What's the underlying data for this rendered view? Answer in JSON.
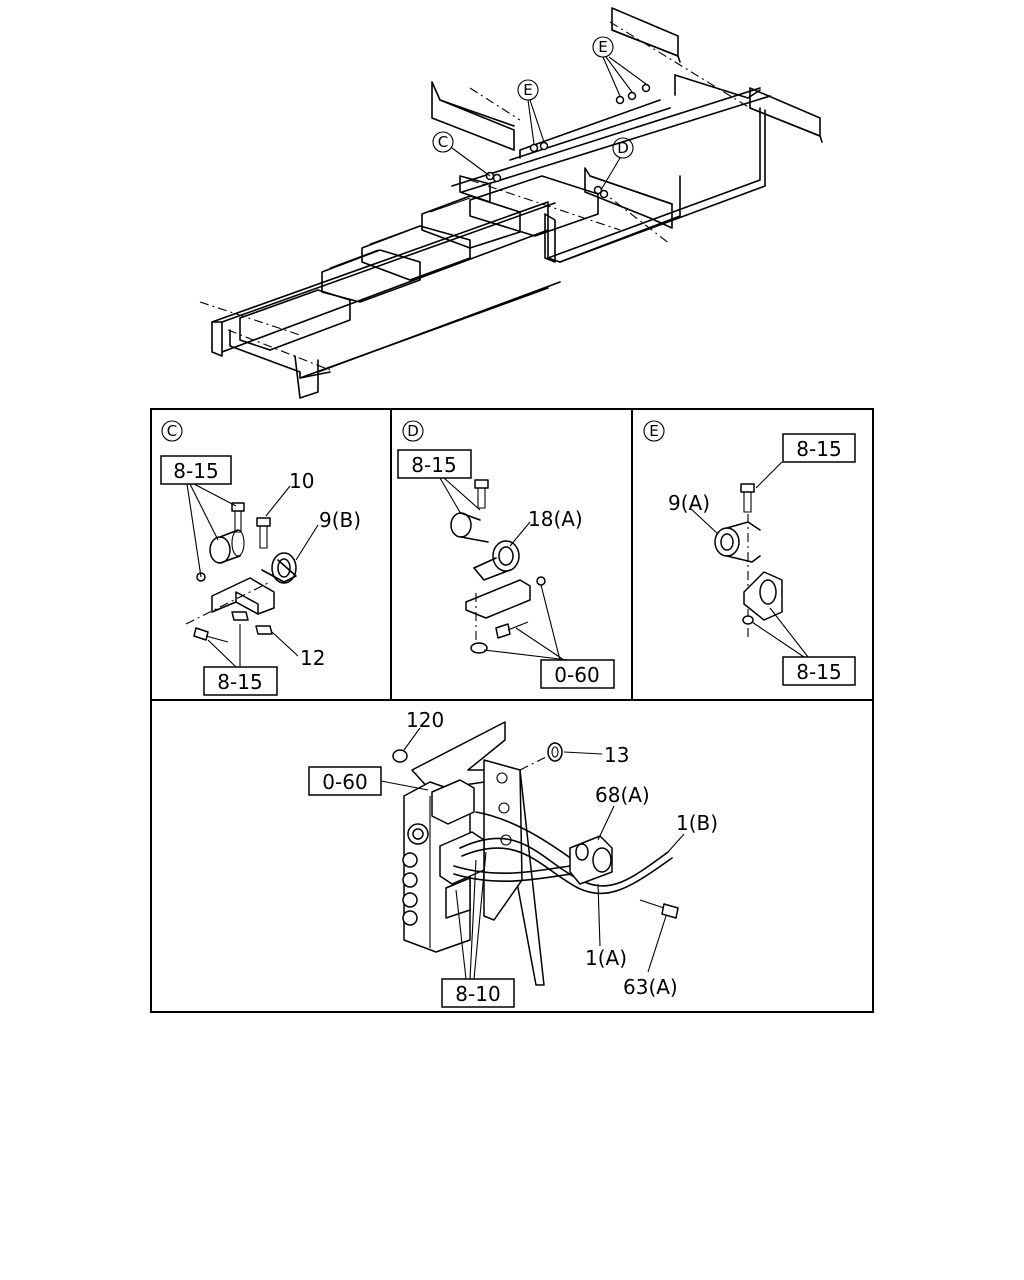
{
  "overview": {
    "callout_c": "C",
    "callout_d": "D",
    "callout_e_upper": "E",
    "callout_e_lower": "E"
  },
  "panel_c": {
    "marker": "C",
    "ref_top": "8-15",
    "ref_bottom": "8-15",
    "part_10": "10",
    "part_9b": "9(B)",
    "part_12": "12"
  },
  "panel_d": {
    "marker": "D",
    "ref_top": "8-15",
    "part_18a": "18(A)",
    "ref_bottom": "0-60"
  },
  "panel_e": {
    "marker": "E",
    "ref_top": "8-15",
    "part_9a": "9(A)",
    "ref_bottom": "8-15"
  },
  "panel_main": {
    "part_120": "120",
    "part_13": "13",
    "ref_0_60": "0-60",
    "part_68a": "68(A)",
    "part_1b": "1(B)",
    "part_1a": "1(A)",
    "part_63a": "63(A)",
    "ref_8_10": "8-10"
  }
}
